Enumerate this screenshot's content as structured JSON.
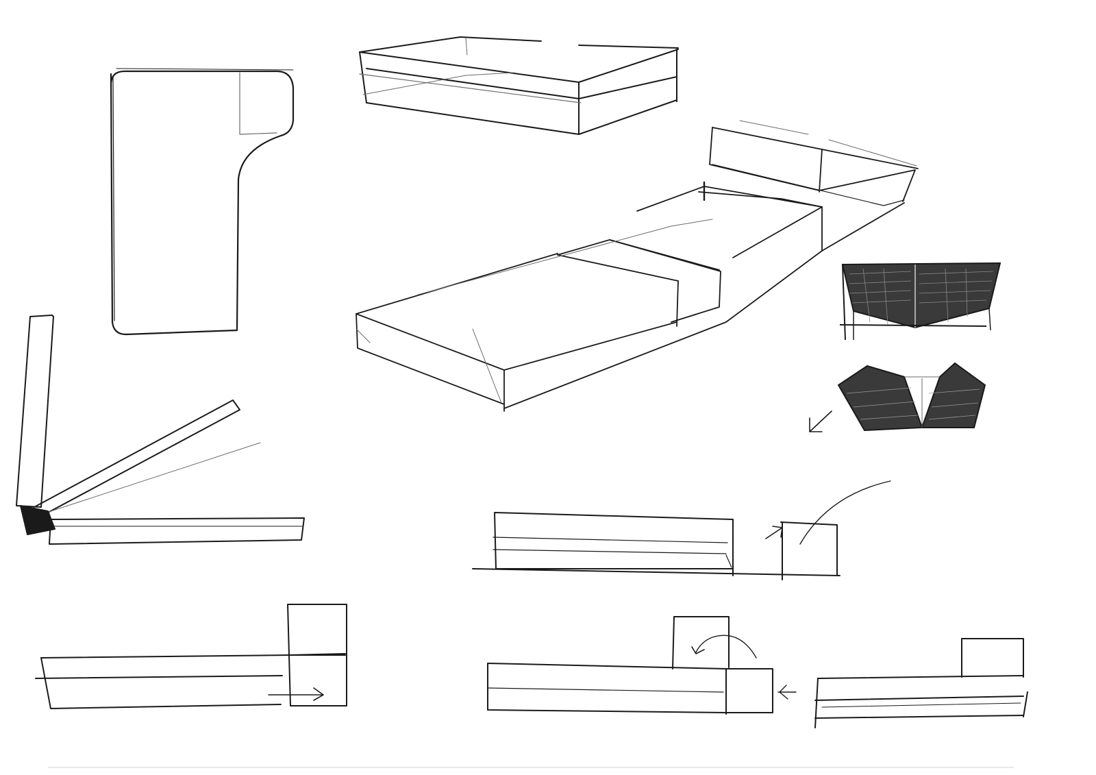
{
  "sheet": {
    "background": "#ffffff",
    "ink_color": "#1a1a1a",
    "light_ink_color": "#6a6a6a",
    "hatch_fill_color": "#3a3a3a"
  },
  "sketches": [
    "sofa-plan-view",
    "flat-cushion-block-perspective",
    "folding-lounger-perspective",
    "folding-shell-elevation",
    "folding-shell-open-view",
    "hinged-backrest-side-view",
    "sofa-side-elevation-swing",
    "sofa-side-elevation-slide",
    "sofa-side-elevation-flip",
    "sofa-side-elevation-final"
  ]
}
